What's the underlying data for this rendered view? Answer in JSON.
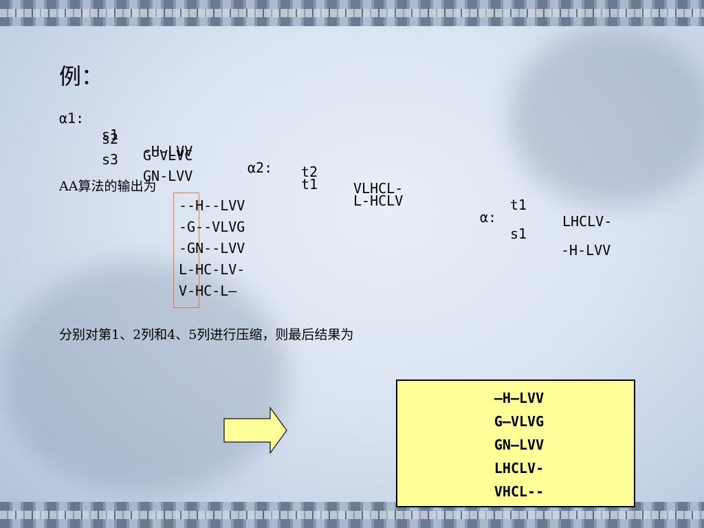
{
  "slide": {
    "title": "例：",
    "alignment_lines": [
      {
        "a_label": "α1:",
        "a_id": "s1",
        "a_seq": "-H-LVV",
        "b_label": "α2:",
        "b_id": "t1",
        "b_seq": "L-HCLV",
        "c_label": "α:",
        "c_id": "s1",
        "c_seq": "-H-LVV"
      },
      {
        "a_id": "s2",
        "a_seq": "G-VLVC",
        "b_id": "t2",
        "b_seq": "VLHCL-",
        "c_id": "t1",
        "c_seq": "LHCLV-"
      },
      {
        "a_id": "s3",
        "a_seq": "GN-LVV"
      }
    ],
    "aa_intro": "AA算法的输出为",
    "aa_output": [
      "--H--LVV",
      "-G--VLVG",
      "-GN--LVV",
      "L-HC-LV-",
      "V-HC-L—"
    ],
    "compress_text": "分别对第1、2列和4、5列进行压缩，则最后结果为",
    "result": [
      "—H—LVV",
      "G—VLVG",
      "GN—LVV",
      "LHCLV-",
      "VHCL--"
    ]
  },
  "colors": {
    "highlight_border": "#e0783a",
    "result_bg": "#ffff99",
    "arrow_fill": "#ffff99"
  },
  "icons": {
    "arrow": "right-arrow-icon"
  }
}
